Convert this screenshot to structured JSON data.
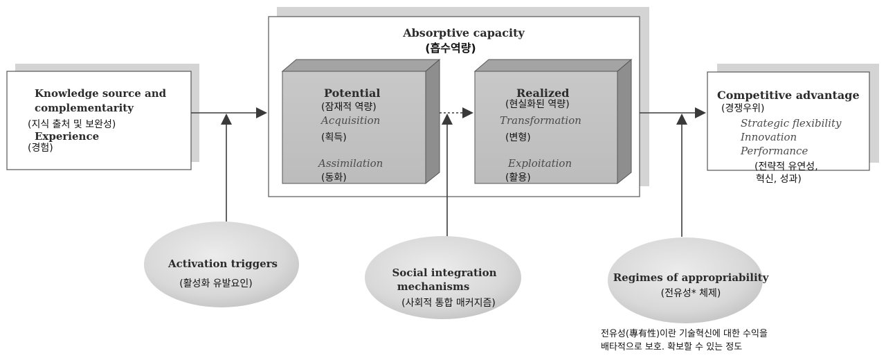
{
  "knowledge": {
    "title_line1": "Knowledge source and",
    "title_line2": "complementarity",
    "title_ko": "(지식 출처 및 보완성)",
    "experience": "Experience",
    "experience_ko": "(경험)"
  },
  "absorptive": {
    "title": "Absorptive capacity",
    "title_ko": "(흡수역량)",
    "potential": {
      "title": "Potential",
      "title_ko": "(잠재적 역량)",
      "item1": "Acquisition",
      "item1_ko": "(획득)",
      "item2": "Assimilation",
      "item2_ko": "(동화)"
    },
    "realized": {
      "title": "Realized",
      "title_ko": "(현실화된 역량)",
      "item1": "Transformation",
      "item1_ko": "(변형)",
      "item2": "Exploitation",
      "item2_ko": "(활용)"
    }
  },
  "competitive": {
    "title": "Competitive advantage",
    "title_ko": "(경쟁우위)",
    "item1": "Strategic flexibility",
    "item2": "Innovation",
    "item3": "Performance",
    "items_ko_line1": "(전략적 유연성,",
    "items_ko_line2": "혁신, 성과)"
  },
  "activation": {
    "title": "Activation triggers",
    "title_ko": "(활성화 유발요인)"
  },
  "social": {
    "title_line1": "Social integration",
    "title_line2": "mechanisms",
    "title_ko": "(사회적 통합 매커지즘)"
  },
  "regimes": {
    "title": "Regimes of appropriability",
    "title_ko": "(전유성* 체제)"
  },
  "footnote": {
    "line1": "전유성(專有性)이란 기술혁신에 대한 수익을",
    "line2": "배타적으로 보호. 확보할 수 있는 정도"
  },
  "colors": {
    "shadow": "#d4d4d4",
    "box_front": "#c6c6c6",
    "box_top": "#a4a4a4",
    "box_side": "#8e8e8e",
    "ellipse": "#d9d9d9",
    "line": "#3a3a3a"
  }
}
